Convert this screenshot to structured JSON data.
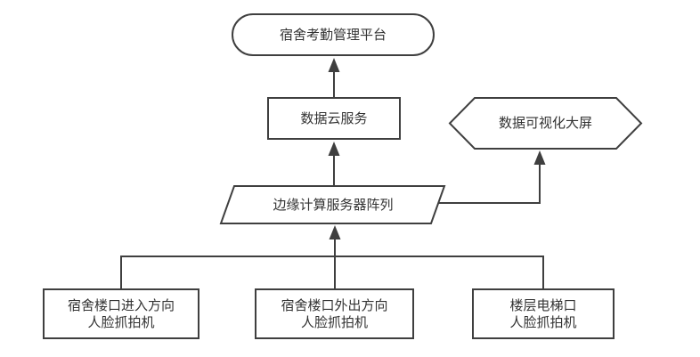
{
  "diagram": {
    "type": "flowchart",
    "colors": {
      "stroke": "#3f3f3f",
      "text": "#333333",
      "background": "#ffffff"
    },
    "nodes": {
      "platform": {
        "label": "宿舍考勤管理平台",
        "shape": "stadium"
      },
      "cloud_service": {
        "label": "数据云服务",
        "shape": "rectangle"
      },
      "data_screen": {
        "label": "数据可视化大屏",
        "shape": "hexagon"
      },
      "edge_servers": {
        "label": "边缘计算服务器阵列",
        "shape": "parallelogram"
      },
      "camera_entry": {
        "line1": "宿舍楼口进入方向",
        "line2": "人脸抓拍机",
        "shape": "rectangle"
      },
      "camera_exit": {
        "line1": "宿舍楼口外出方向",
        "line2": "人脸抓拍机",
        "shape": "rectangle"
      },
      "camera_elevator": {
        "line1": "楼层电梯口",
        "line2": "人脸抓拍机",
        "shape": "rectangle"
      }
    },
    "edges": [
      {
        "from": "camera_entry",
        "to": "edge_servers",
        "arrow": true
      },
      {
        "from": "camera_exit",
        "to": "edge_servers",
        "arrow": true
      },
      {
        "from": "camera_elevator",
        "to": "edge_servers",
        "arrow": true
      },
      {
        "from": "edge_servers",
        "to": "cloud_service",
        "arrow": true
      },
      {
        "from": "edge_servers",
        "to": "data_screen",
        "arrow": true
      },
      {
        "from": "cloud_service",
        "to": "platform",
        "arrow": true
      }
    ]
  }
}
